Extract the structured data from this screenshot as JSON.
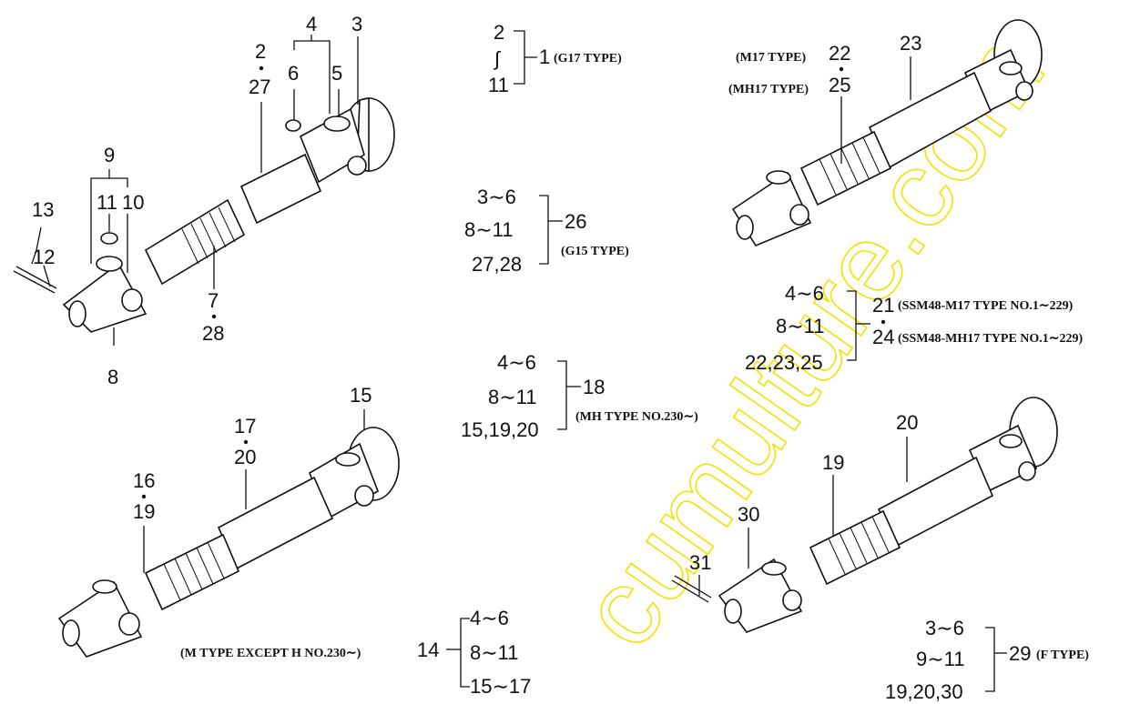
{
  "watermark": "cumulture.com",
  "top_left": {
    "callouts": [
      "2",
      "27",
      "4",
      "3",
      "6",
      "5",
      "9",
      "11",
      "10",
      "13",
      "12",
      "7",
      "28",
      "8"
    ]
  },
  "top_right": {
    "callouts": [
      "22",
      "25",
      "23"
    ],
    "labels": [
      "(M17 TYPE)",
      "(MH17 TYPE)"
    ]
  },
  "bottom_left": {
    "callouts": [
      "15",
      "17",
      "20",
      "16",
      "19"
    ]
  },
  "bottom_right": {
    "callouts": [
      "20",
      "19",
      "30",
      "31"
    ]
  },
  "groups": [
    {
      "refs": [
        "2",
        "∫",
        "11"
      ],
      "assembly": "1",
      "note": "(G17 TYPE)"
    },
    {
      "refs": [
        "3∼6",
        "8∼11",
        "27,28"
      ],
      "assembly": "26",
      "note": "(G15 TYPE)"
    },
    {
      "refs": [
        "4∼6",
        "8∼11",
        "15,19,20"
      ],
      "assembly": "18",
      "note": "(MH TYPE NO.230∼)"
    },
    {
      "refs": [
        "4∼6",
        "8∼11",
        "22,23,25"
      ],
      "assembly": "21",
      "assembly_alt": "24",
      "note": "(SSM48-M17 TYPE NO.1∼229)",
      "note_alt": "(SSM48-MH17 TYPE NO.1∼229)"
    },
    {
      "refs": [
        "4∼6",
        "8∼11",
        "15∼17"
      ],
      "assembly": "14",
      "note": "(M TYPE EXCEPT H NO.230∼)"
    },
    {
      "refs": [
        "3∼6",
        "9∼11",
        "19,20,30"
      ],
      "assembly": "29",
      "note": "(F TYPE)"
    }
  ]
}
